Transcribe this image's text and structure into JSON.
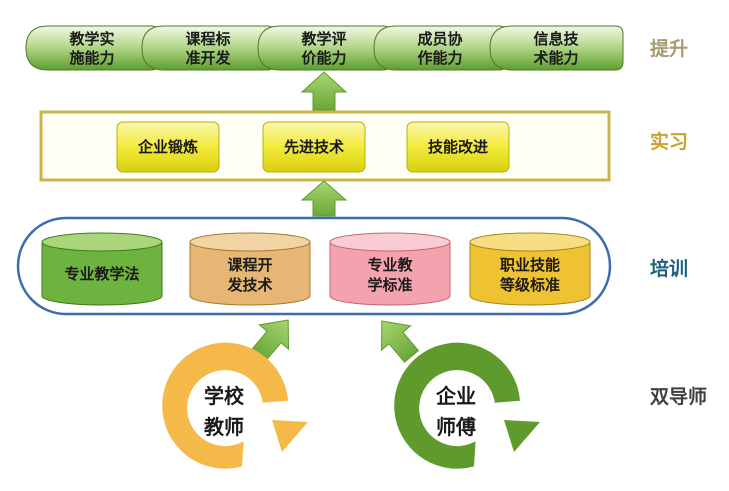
{
  "levels": {
    "upgrade": {
      "label": "提升",
      "color": "#a89a6e"
    },
    "practice": {
      "label": "实习",
      "color": "#c9a227"
    },
    "training": {
      "label": "培训",
      "color": "#1f5f7a"
    },
    "mentors": {
      "label": "双导师",
      "color": "#404040"
    }
  },
  "abilities": [
    {
      "line1": "教学实",
      "line2": "施能力"
    },
    {
      "line1": "课程标",
      "line2": "准开发"
    },
    {
      "line1": "教学评",
      "line2": "价能力"
    },
    {
      "line1": "成员协",
      "line2": "作能力"
    },
    {
      "line1": "信息技",
      "line2": "术能力"
    }
  ],
  "practice_items": [
    {
      "label": "企业锻炼"
    },
    {
      "label": "先进技术"
    },
    {
      "label": "技能改进"
    }
  ],
  "training_items": [
    {
      "line1": "专业教学法",
      "line2": "",
      "color": "#6db33f"
    },
    {
      "line1": "课程开",
      "line2": "发技术",
      "color": "#e6b774"
    },
    {
      "line1": "专业教",
      "line2": "学标准",
      "color": "#f3a3ae"
    },
    {
      "line1": "职业技能",
      "line2": "等级标准",
      "color": "#eec233"
    }
  ],
  "mentors": [
    {
      "line1": "学校",
      "line2": "教师",
      "color": "#f5b94a"
    },
    {
      "line1": "企业",
      "line2": "师傅",
      "color": "#5f9a2c"
    }
  ]
}
